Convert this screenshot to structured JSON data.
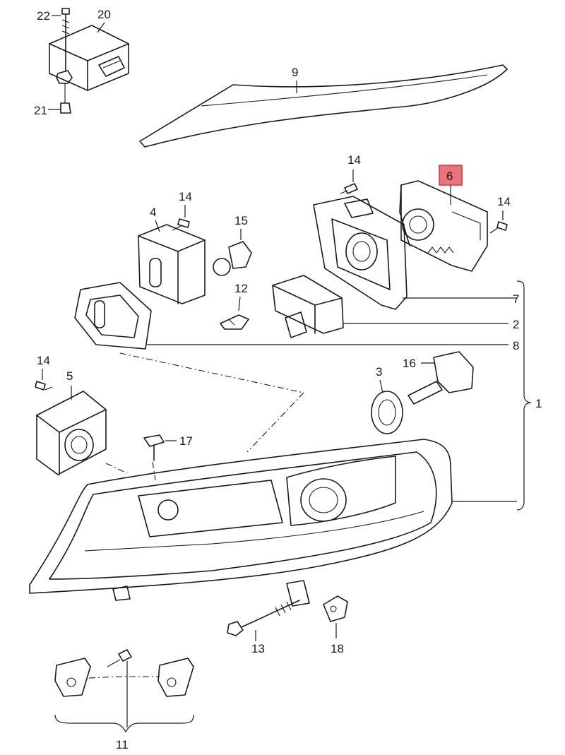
{
  "callouts": [
    {
      "id": "c22",
      "text": "22"
    },
    {
      "id": "c20",
      "text": "20"
    },
    {
      "id": "c21",
      "text": "21"
    },
    {
      "id": "c9",
      "text": "9"
    },
    {
      "id": "c14a",
      "text": "14"
    },
    {
      "id": "c6",
      "text": "6",
      "highlighted": true
    },
    {
      "id": "c14b",
      "text": "14"
    },
    {
      "id": "c4",
      "text": "4"
    },
    {
      "id": "c14c",
      "text": "14"
    },
    {
      "id": "c15",
      "text": "15"
    },
    {
      "id": "c12",
      "text": "12"
    },
    {
      "id": "c7",
      "text": "7"
    },
    {
      "id": "c2",
      "text": "2"
    },
    {
      "id": "c8",
      "text": "8"
    },
    {
      "id": "c14d",
      "text": "14"
    },
    {
      "id": "c5",
      "text": "5"
    },
    {
      "id": "c16",
      "text": "16"
    },
    {
      "id": "c3",
      "text": "3"
    },
    {
      "id": "c1",
      "text": "1"
    },
    {
      "id": "c17",
      "text": "17"
    },
    {
      "id": "c13",
      "text": "13"
    },
    {
      "id": "c18",
      "text": "18"
    },
    {
      "id": "c11",
      "text": "11"
    }
  ],
  "highlight_color": "#e8737a"
}
